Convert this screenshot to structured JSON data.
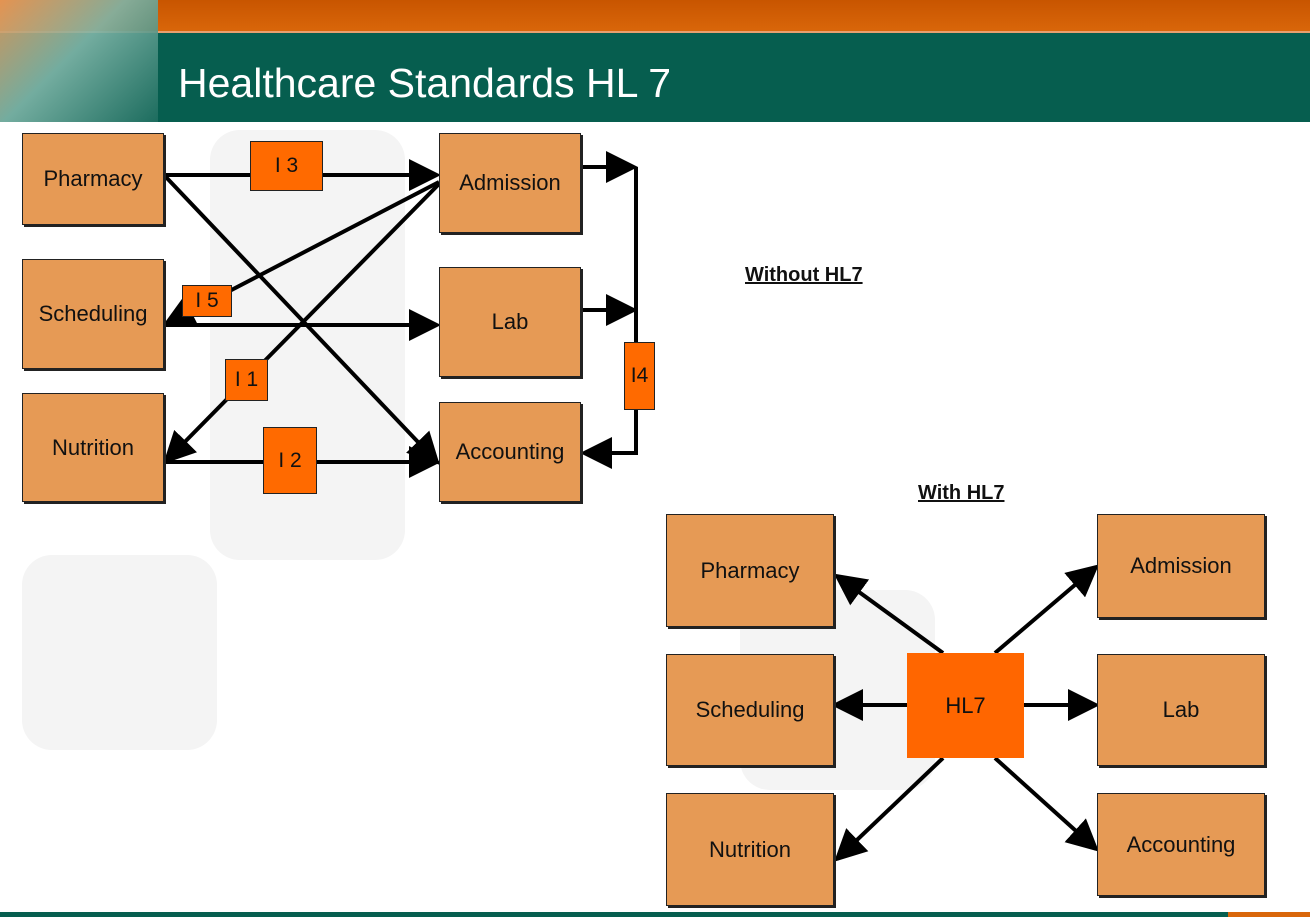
{
  "title": "Healthcare Standards HL 7",
  "without": {
    "heading": "Without HL7",
    "systems": [
      "Pharmacy",
      "Scheduling",
      "Nutrition",
      "Admission",
      "Lab",
      "Accounting"
    ],
    "interfaces": [
      "I 3",
      "I 5",
      "I 1",
      "I 2",
      "I4"
    ]
  },
  "with": {
    "heading": "With HL7",
    "hub": "HL7",
    "systems": [
      "Pharmacy",
      "Scheduling",
      "Nutrition",
      "Admission",
      "Lab",
      "Accounting"
    ]
  }
}
